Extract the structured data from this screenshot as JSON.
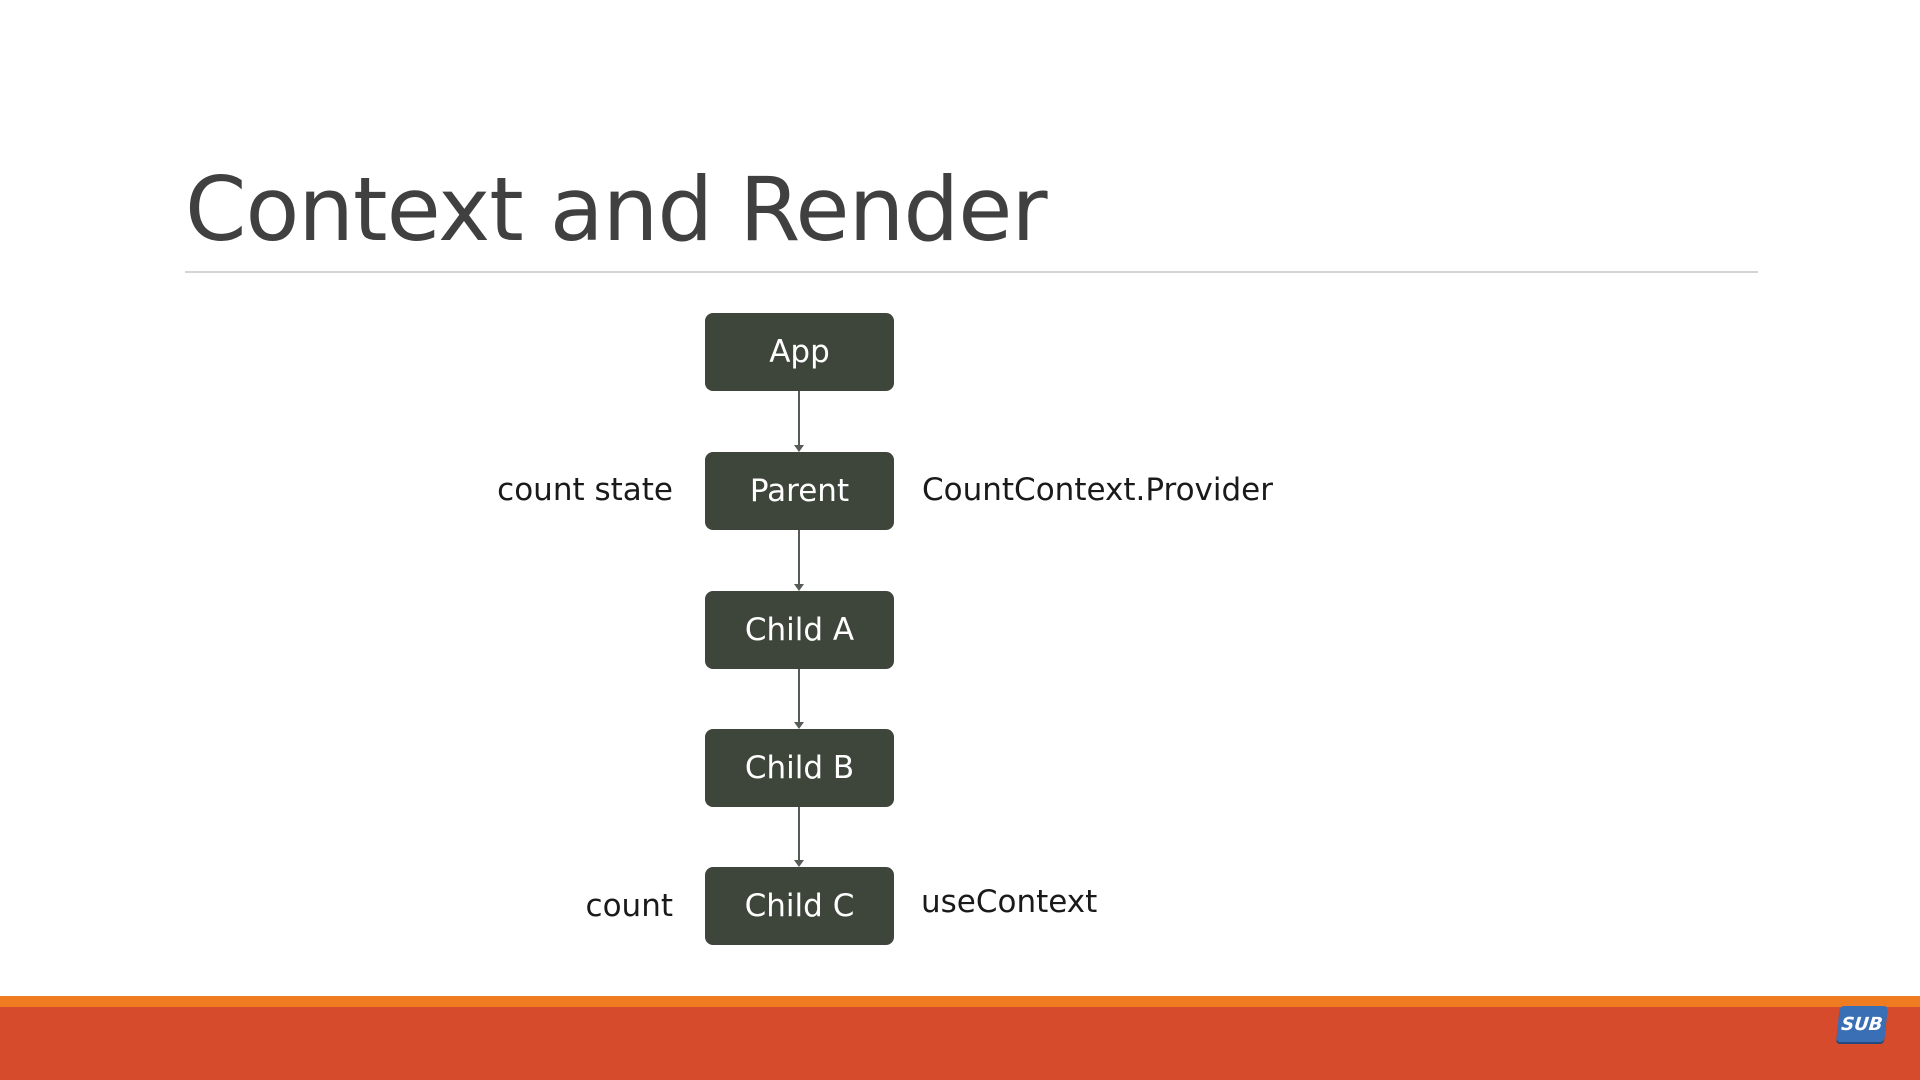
{
  "slide": {
    "title": "Context and Render"
  },
  "diagram": {
    "nodes": [
      {
        "id": "app",
        "label": "App"
      },
      {
        "id": "parent",
        "label": "Parent"
      },
      {
        "id": "child_a",
        "label": "Child A"
      },
      {
        "id": "child_b",
        "label": "Child B"
      },
      {
        "id": "child_c",
        "label": "Child C"
      }
    ],
    "annotations": {
      "parent_left": "count state",
      "parent_right": "CountContext.Provider",
      "child_c_left": "count",
      "child_c_right": "useContext"
    }
  },
  "badge": {
    "label": "SUB"
  },
  "colors": {
    "node_fill": "#3e463b",
    "footer_accent": "#f07c22",
    "footer_bar": "#d64b2b",
    "badge": "#3b6fb5"
  }
}
